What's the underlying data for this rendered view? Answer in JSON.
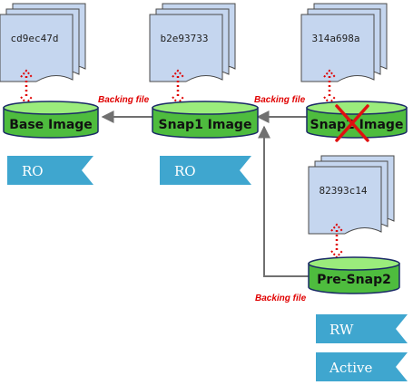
{
  "colors": {
    "doc_fill": "#c5d6ef",
    "doc_stroke": "#4a4a4a",
    "cyl_top": "#9bec7c",
    "cyl_body": "#4ebc3e",
    "cyl_stroke": "#1a2a66",
    "arrow": "#707070",
    "dotted": "#e00000",
    "tag": "#3fa6cf",
    "cross": "#e01010"
  },
  "documents": [
    {
      "id": "cd9ec47d"
    },
    {
      "id": "b2e93733"
    },
    {
      "id": "314a698a"
    },
    {
      "id": "82393c14"
    }
  ],
  "images": [
    {
      "label": "Base Image"
    },
    {
      "label": "Snap1 Image"
    },
    {
      "label": "Snap2 Image",
      "deleted": true
    },
    {
      "label": "Pre-Snap2"
    }
  ],
  "backing_labels": [
    "Backing file",
    "Backing file",
    "Backing file"
  ],
  "tags": [
    {
      "label": "RO"
    },
    {
      "label": "RO"
    },
    {
      "label": "RW"
    },
    {
      "label": "Active"
    }
  ]
}
